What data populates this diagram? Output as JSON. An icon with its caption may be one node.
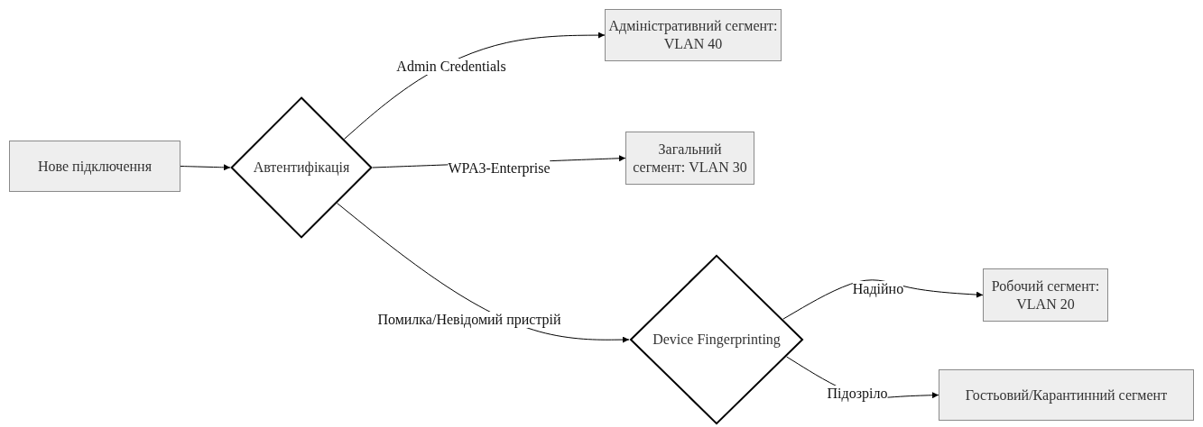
{
  "diagram": {
    "nodes": [
      {
        "text": [
          "Нове підключення"
        ]
      },
      {
        "text": [
          "Автентифікація"
        ]
      },
      {
        "text": [
          "Адміністративний сегмент: VLAN 40"
        ]
      },
      {
        "text": [
          "Загальний сегмент: VLAN 30"
        ]
      },
      {
        "text": [
          "Device Fingerprinting"
        ]
      },
      {
        "text": [
          "Робочий сегмент: VLAN 20"
        ]
      },
      {
        "text": [
          "Гостьовий/Карантинний сегмент"
        ]
      }
    ],
    "edges": [
      {
        "from": 0,
        "to": 1,
        "arrow": "to"
      },
      {
        "from": 1,
        "to": 2,
        "arrow": "to",
        "label": "Admin Credentials"
      },
      {
        "from": 1,
        "to": 3,
        "arrow": "to",
        "label": "WPA3-Enterprise"
      },
      {
        "from": 1,
        "to": 4,
        "arrow": "to",
        "label": "Помилка/Невідомий пристрій"
      },
      {
        "from": 4,
        "to": 5,
        "arrow": "to",
        "label": "Надійно"
      },
      {
        "from": 4,
        "to": 6,
        "arrow": "to",
        "label": "Підозріло"
      }
    ]
  }
}
